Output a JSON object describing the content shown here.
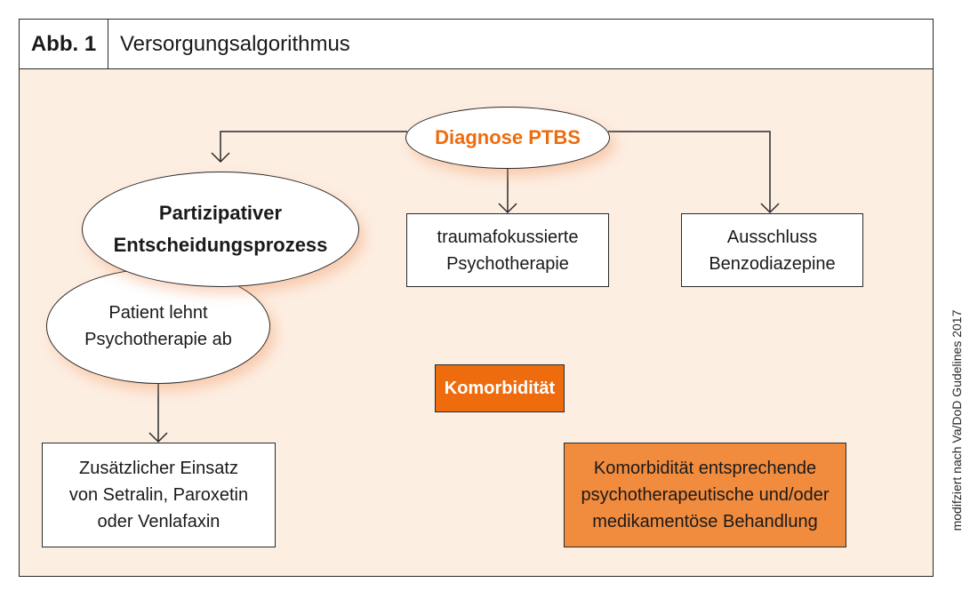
{
  "header": {
    "figure_number": "Abb. 1",
    "title": "Versorgungsalgorithmus"
  },
  "nodes": {
    "diagnosis": {
      "label": "Diagnose PTBS",
      "shape": "ellipse",
      "text_color": "#ee6c0e"
    },
    "shared_decision": {
      "lines": [
        "Partizipativer",
        "Entscheidungsprozess"
      ],
      "shape": "ellipse"
    },
    "patient_refuses": {
      "lines": [
        "Patient lehnt",
        "Psychotherapie ab"
      ],
      "shape": "ellipse"
    },
    "trauma_therapy": {
      "lines": [
        "traumafokussierte",
        "Psychotherapie"
      ],
      "shape": "box"
    },
    "benzo_exclusion": {
      "lines": [
        "Ausschluss",
        "Benzodiazepine"
      ],
      "shape": "box"
    },
    "medication": {
      "lines": [
        "Zusätzlicher Einsatz",
        "von Setralin, Paroxetin",
        "oder Venlafaxin"
      ],
      "shape": "box"
    },
    "comorbidity": {
      "label": "Komorbidität",
      "shape": "box",
      "fill": "#ee6c0e"
    },
    "comorbidity_treatment": {
      "lines": [
        "Komorbidität entsprechende",
        "psychotherapeutische und/oder",
        "medikamentöse Behandlung"
      ],
      "shape": "box",
      "fill": "#f18b3e"
    }
  },
  "edges": [
    {
      "from": "diagnosis",
      "to": "shared_decision"
    },
    {
      "from": "diagnosis",
      "to": "trauma_therapy"
    },
    {
      "from": "diagnosis",
      "to": "benzo_exclusion"
    },
    {
      "from": "patient_refuses",
      "to": "medication"
    }
  ],
  "source_note": "modifziert nach Va/DoD Gudelines 2017",
  "colors": {
    "background": "#fdeee2",
    "accent_orange": "#ee6c0e",
    "light_orange": "#f18b3e",
    "border": "#2a2a2a"
  }
}
